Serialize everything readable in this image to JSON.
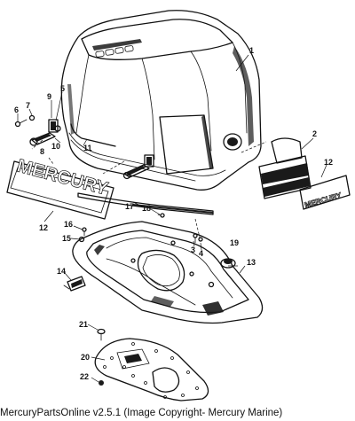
{
  "caption": "MercuryPartsOnline v2.5.1 (Image Copyright- Mercury Marine)",
  "decal_text": "MERCURY",
  "callouts": {
    "c1": "1",
    "c2": "2",
    "c3": "3",
    "c4": "4",
    "c5": "5",
    "c6": "6",
    "c7": "7",
    "c8": "8",
    "c9": "9",
    "c10": "10",
    "c11": "11",
    "c12a": "12",
    "c12b": "12",
    "c13": "13",
    "c14": "14",
    "c15": "15",
    "c16": "16",
    "c17": "17",
    "c18": "18",
    "c19": "19",
    "c20": "20",
    "c21": "21",
    "c22": "22"
  }
}
